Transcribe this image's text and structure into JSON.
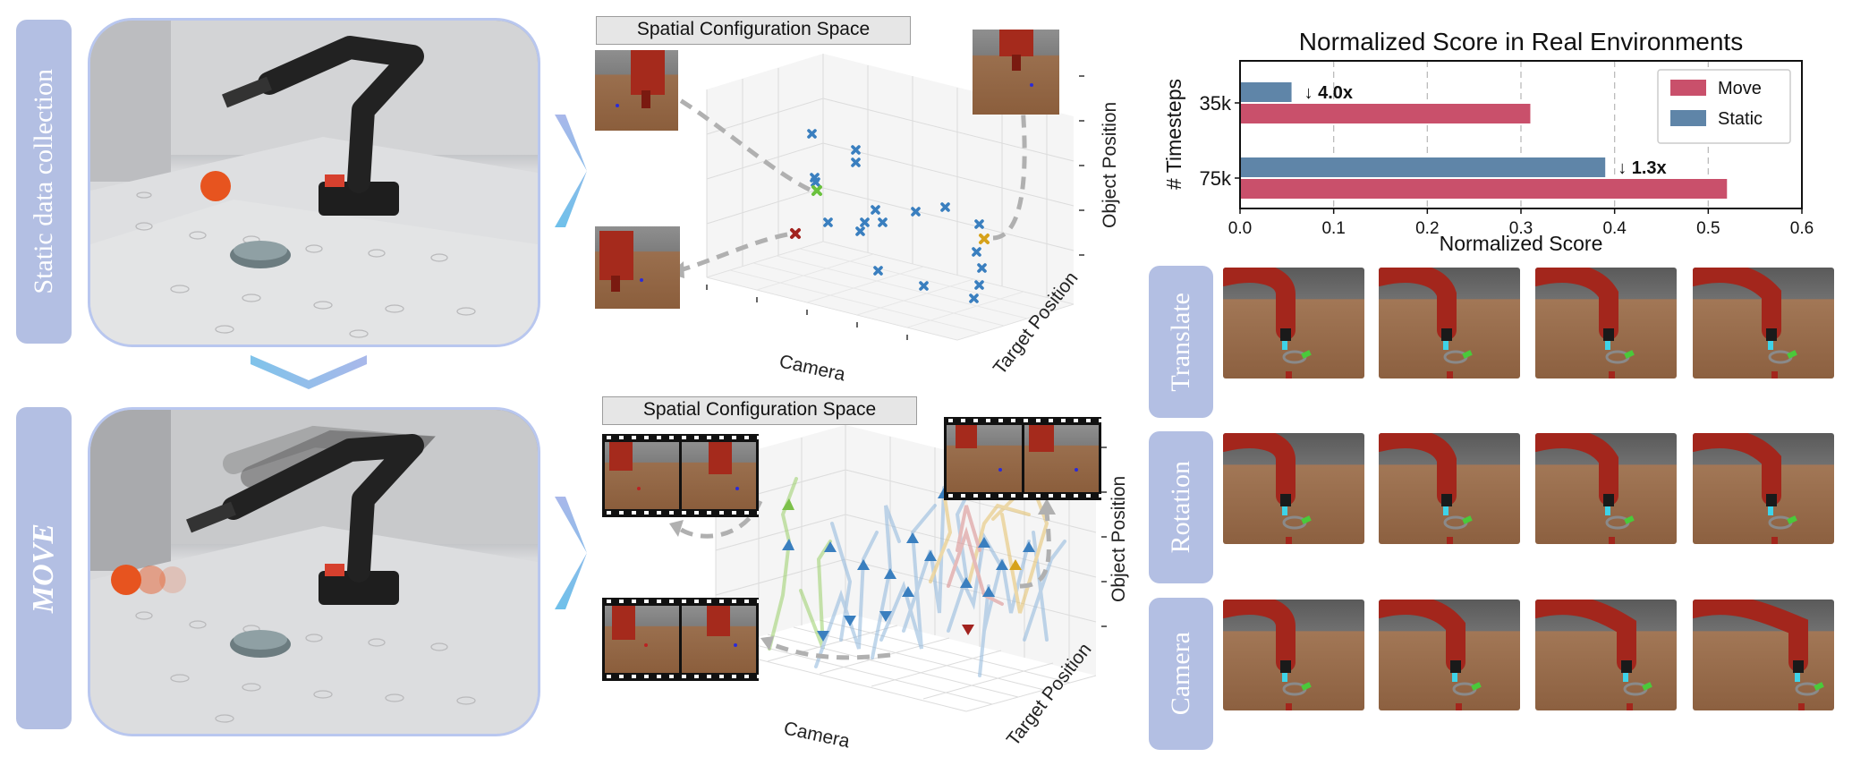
{
  "left": {
    "top_label": "Static data collection",
    "bottom_label": "MOVE"
  },
  "panels": {
    "top_title": "Spatial Configuration Space",
    "bottom_title": "Spatial Configuration Space",
    "axis_camera": "Camera",
    "axis_target": "Target Position",
    "axis_object": "Object Position"
  },
  "chart_data": {
    "type": "bar",
    "title": "Normalized Score in Real Environments",
    "xlabel": "Normalized Score",
    "ylabel": "# Timesteps",
    "categories": [
      "35k",
      "75k"
    ],
    "series": [
      {
        "name": "Move",
        "values": [
          0.31,
          0.52
        ],
        "color": "#c9506b"
      },
      {
        "name": "Static",
        "values": [
          0.055,
          0.39
        ],
        "color": "#5f85a8"
      }
    ],
    "annotations": [
      "↓ 4.0x",
      "↓ 1.3x"
    ],
    "xlim": [
      0.0,
      0.6
    ],
    "xticks": [
      "0.0",
      "0.1",
      "0.2",
      "0.3",
      "0.4",
      "0.5",
      "0.6"
    ],
    "grid": "x-dashed",
    "legend": "top-right"
  },
  "rows": [
    "Translate",
    "Rotation",
    "Camera"
  ],
  "colors": {
    "pill": "#b3bfe3",
    "move": "#c9506b",
    "static": "#5f85a8",
    "point": "#3a7fbf"
  }
}
